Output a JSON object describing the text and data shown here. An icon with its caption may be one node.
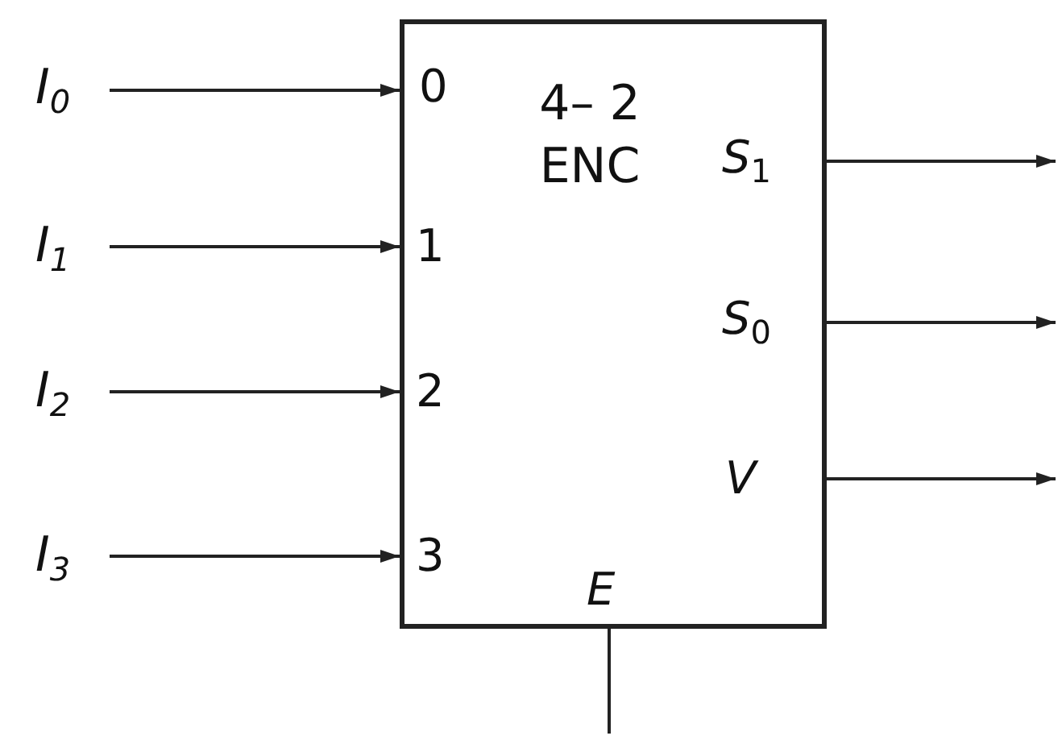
{
  "diagram": {
    "nodes": [
      {
        "text": [
          "I$_{0}$"
        ]
      },
      {
        "text": [
          "I$_{1}$"
        ]
      },
      {
        "text": [
          "I$_{2}$"
        ]
      },
      {
        "text": [
          "I$_{3}$"
        ]
      },
      {
        "text": [
          "4– 2 ENC"
        ]
      }
    ],
    "edges": [
      {
        "from": 0,
        "to": 4,
        "arrow": "to"
      },
      {
        "from": 1,
        "to": 4,
        "arrow": "to"
      },
      {
        "from": 2,
        "to": 4,
        "arrow": "to"
      },
      {
        "from": 3,
        "to": 4,
        "arrow": "to"
      },
      {
        "from": 4,
        "to": null,
        "arrow": "to"
      },
      {
        "from": 4,
        "to": null,
        "arrow": "to"
      },
      {
        "from": 4,
        "to": null,
        "arrow": "to"
      },
      {
        "from": null,
        "to": 4,
        "arrow": "none"
      }
    ],
    "labels": [
      "0",
      "1",
      "2",
      "3",
      "S$_{1}$",
      "S$_{0}$",
      "V",
      "E"
    ]
  }
}
